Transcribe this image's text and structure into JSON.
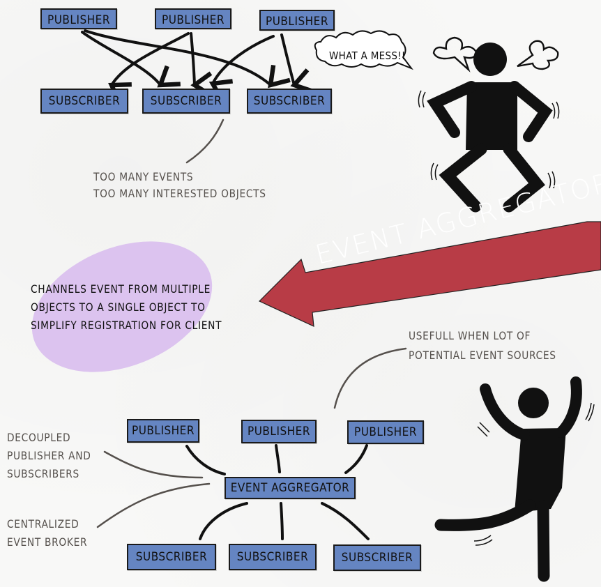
{
  "top_diagram": {
    "publishers": [
      "PUBLISHER",
      "PUBLISHER",
      "PUBLISHER"
    ],
    "subscribers": [
      "SUBSCRIBER",
      "SUBSCRIBER",
      "SUBSCRIBER"
    ],
    "note_lines": [
      "TOO MANY EVENTS",
      "TOO MANY INTERESTED OBJECTS"
    ]
  },
  "speech_bubble": "WHAT A MESS!!",
  "banner_arrow": {
    "label": "EVENT AGGREGATOR",
    "color": "#b83c46"
  },
  "definition": {
    "lines": [
      "CHANNELS EVENT FROM MULTIPLE",
      "OBJECTS TO A SINGLE OBJECT TO",
      "SIMPLIFY REGISTRATION FOR CLIENT"
    ],
    "highlight_color": "#dcc3ef"
  },
  "useful_note": [
    "USEFULL WHEN LOT OF",
    "POTENTIAL EVENT SOURCES"
  ],
  "bottom_diagram": {
    "publishers": [
      "PUBLISHER",
      "PUBLISHER",
      "PUBLISHER"
    ],
    "aggregator": "EVENT AGGREGATOR",
    "subscribers": [
      "SUBSCRIBER",
      "SUBSCRIBER",
      "SUBSCRIBER"
    ],
    "note_decoupled": [
      "DECOUPLED",
      "PUBLISHER AND",
      "SUBSCRIBERS"
    ],
    "note_centralized": [
      "CENTRALIZED",
      "EVENT BROKER"
    ]
  },
  "colors": {
    "box_fill": "#6585c2",
    "box_border": "#1a1a1a",
    "note_text": "#55504c"
  }
}
